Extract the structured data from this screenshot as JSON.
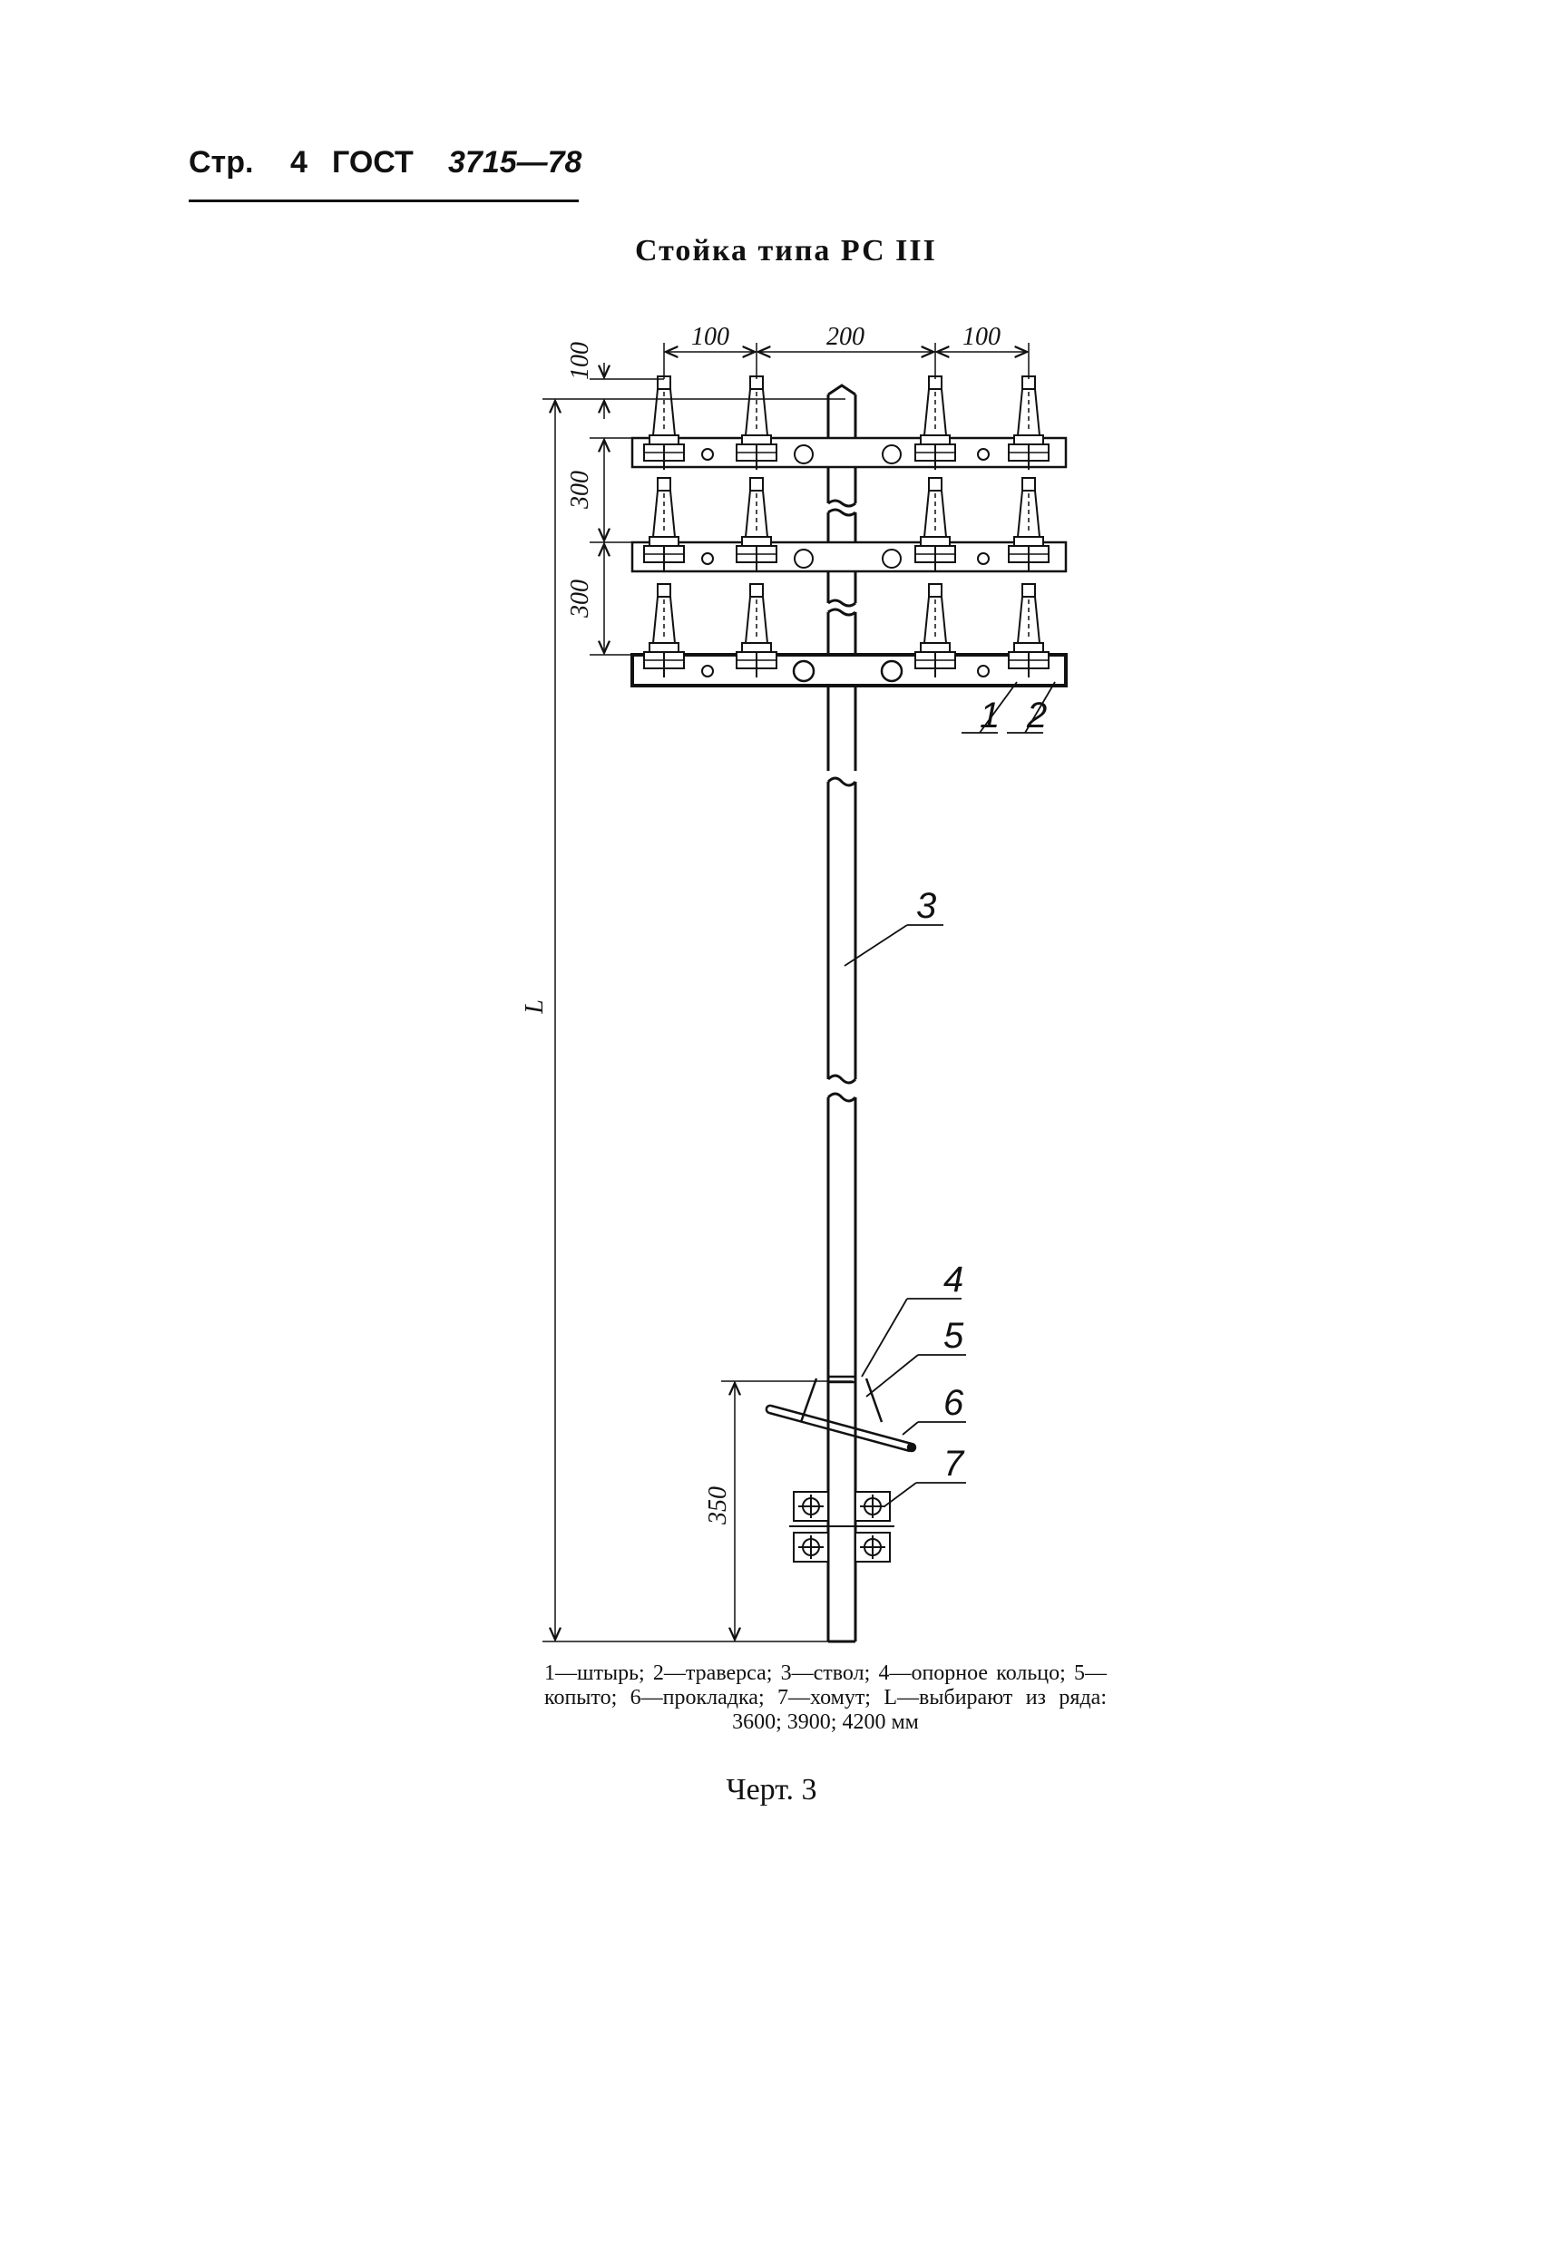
{
  "header": {
    "page_label": "Стр.",
    "page_number": "4",
    "standard": "ГОСТ",
    "standard_number": "3715—78"
  },
  "title": "Стойка типа РС III",
  "drawing": {
    "dimensions": {
      "top_left_spacing": "100",
      "top_center_spacing": "200",
      "top_right_spacing": "100",
      "top_offset": "100",
      "row_spacing_1": "300",
      "row_spacing_2": "300",
      "length": "L",
      "lower_offset": "350"
    },
    "callouts": [
      "1",
      "2",
      "3",
      "4",
      "5",
      "6",
      "7"
    ]
  },
  "legend": "1—штырь; 2—траверса; 3—ствол; 4—опорное кольцо; 5—копыто; 6—прокладка; 7—хомут; L—выбирают из ряда: 3600; 3900; 4200 мм",
  "caption": "Черт. 3"
}
